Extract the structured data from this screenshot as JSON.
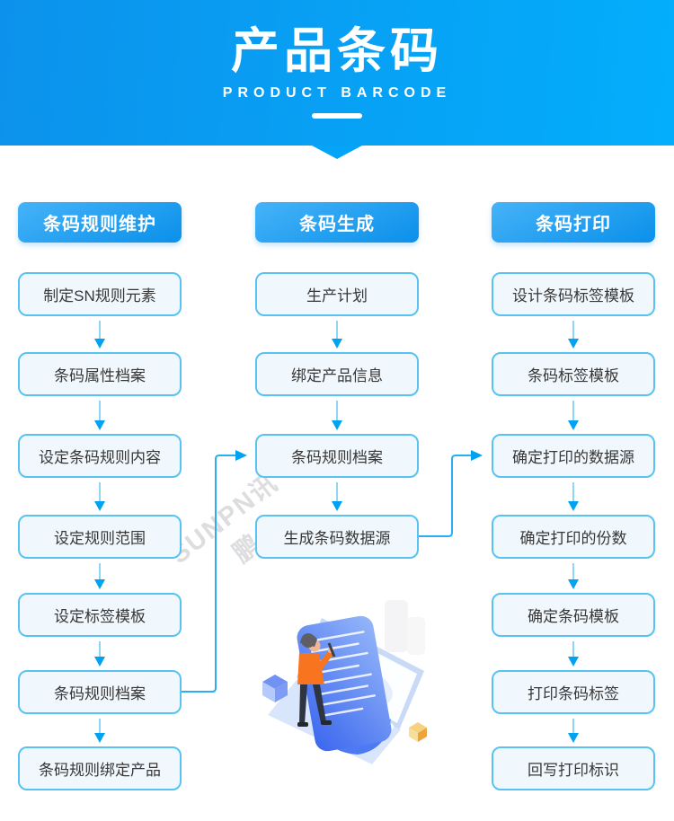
{
  "header": {
    "title": "产品条码",
    "subtitle": "PRODUCT BARCODE"
  },
  "watermark": "SUNPN讯鹏",
  "columns": [
    {
      "title": "条码规则维护",
      "steps": [
        "制定SN规则元素",
        "条码属性档案",
        "设定条码规则内容",
        "设定规则范围",
        "设定标签模板",
        "条码规则档案",
        "条码规则绑定产品"
      ]
    },
    {
      "title": "条码生成",
      "steps": [
        "生产计划",
        "绑定产品信息",
        "条码规则档案",
        "生成条码数据源"
      ]
    },
    {
      "title": "条码打印",
      "steps": [
        "设计条码标签模板",
        "条码标签模板",
        "确定打印的数据源",
        "确定打印的份数",
        "确定条码模板",
        "打印条码标签",
        "回写打印标识"
      ]
    }
  ],
  "colors": {
    "banner_gradient_start": "#0c92ec",
    "banner_gradient_end": "#03aefc",
    "pill_gradient_start": "#46b3f8",
    "pill_gradient_end": "#0a90ea",
    "box_background": "#f1f8fd",
    "box_border": "#58c3f2",
    "box_text": "#373737",
    "arrow_stem": "#8ed5f6",
    "arrow_head": "#00a2f2",
    "connector": "#29adf3",
    "document_blue": "#3e6ef1",
    "shirt_orange": "#f8741f"
  }
}
